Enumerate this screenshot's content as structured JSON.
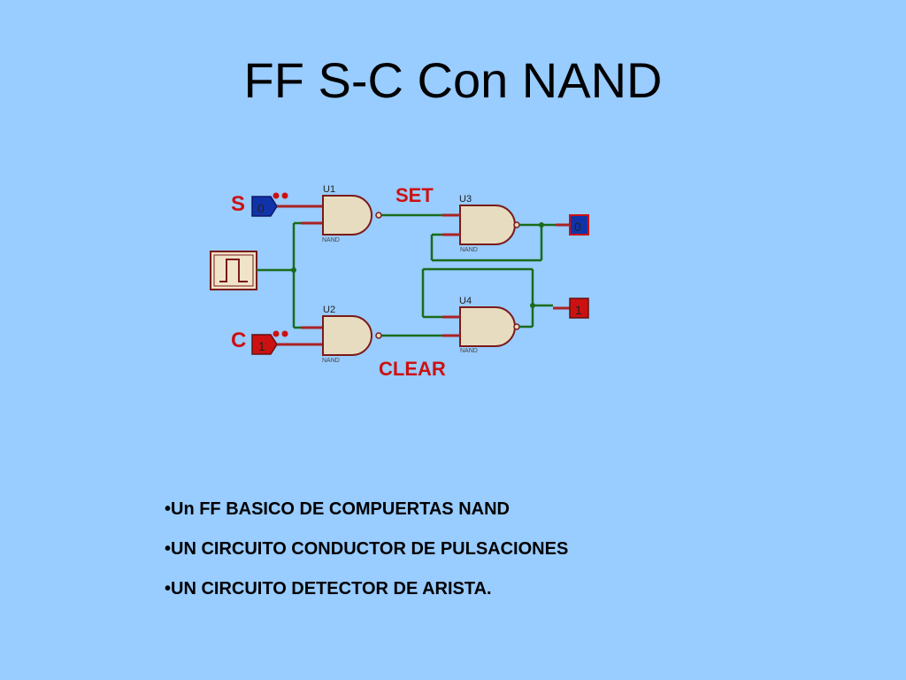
{
  "slide": {
    "title": "FF S-C Con NAND"
  },
  "circuit": {
    "input_s": {
      "label": "S",
      "value": "0",
      "color": "#1133aa"
    },
    "input_c": {
      "label": "C",
      "value": "1",
      "color": "#cc1111"
    },
    "output_top": {
      "value": "0",
      "color": "#1133aa"
    },
    "output_bottom": {
      "value": "1",
      "color": "#cc1111"
    },
    "net_set": "SET",
    "net_clear": "CLEAR",
    "gates": [
      {
        "ref": "U1",
        "type": "NAND"
      },
      {
        "ref": "U2",
        "type": "NAND"
      },
      {
        "ref": "U3",
        "type": "NAND"
      },
      {
        "ref": "U4",
        "type": "NAND"
      }
    ]
  },
  "bullets": [
    "•Un FF BASICO DE COMPUERTAS NAND",
    "•UN CIRCUITO CONDUCTOR DE PULSACIONES",
    "•UN CIRCUITO DETECTOR DE ARISTA."
  ]
}
